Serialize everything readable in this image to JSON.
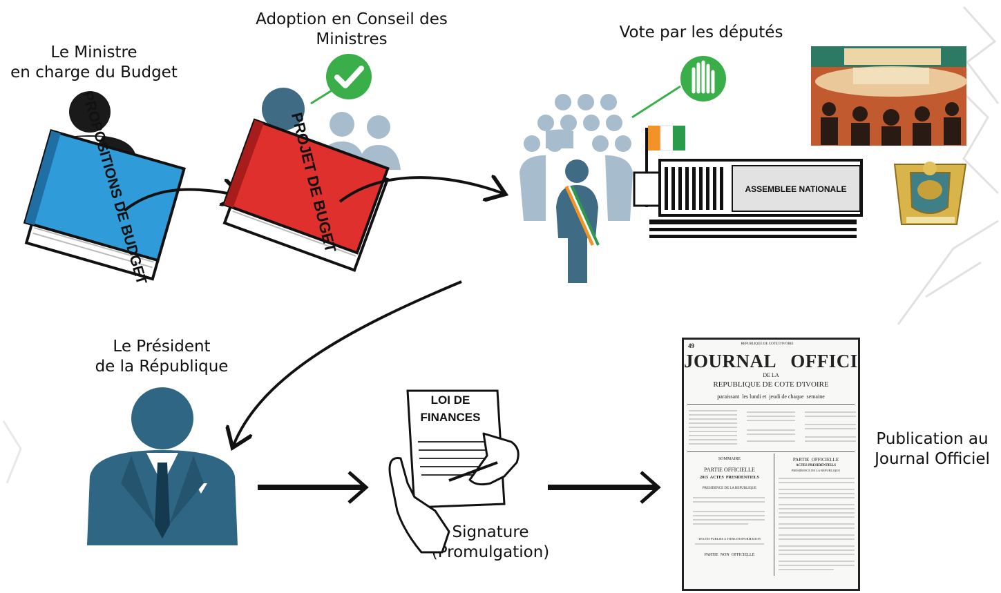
{
  "steps": {
    "minister": {
      "line1": "Le Ministre",
      "line2": "en charge du Budget",
      "book": "PROPOSITIONS DE BUDGET"
    },
    "council": {
      "line1": "Adoption en Conseil des",
      "line2": "Ministres",
      "book": "PROJET DE BUGET"
    },
    "vote": {
      "label": "Vote par les députés",
      "building": "ASSEMBLEE NATIONALE"
    },
    "president": {
      "line1": "Le Président",
      "line2": "de la République"
    },
    "signature": {
      "line1": "Signature",
      "line2": "(Promulgation)",
      "doc_line1": "LOI DE",
      "doc_line2": "FINANCES"
    },
    "publication": {
      "line1": "Publication au",
      "line2": "Journal Officiel"
    }
  },
  "journal": {
    "title": "JOURNAL   OFFICIEL",
    "de_la": "DE LA",
    "republic": "REPUBLIQUE DE COTE D'IVOIRE",
    "frequency": "paraissant  les lundi et  jeudi de chaque  semaine",
    "header_center": "REPUBLIQUE DE COTE D'IVOIRE",
    "issue_no": "49",
    "sommaire": "SOMMAIRE",
    "partie_officielle": "PARTIE OFFICIELLE",
    "actes": "2015  ACTES  PRESIDENTIELS",
    "presidence": "PRESIDENCE DE LA REPUBLIQUE",
    "right_partie": "PARTIE  OFFICIELLE",
    "right_actes": "ACTES PRESIDENTIELS",
    "right_presidence": "PRESIDENCE DE LA REPUBLIQUE",
    "textes": "TEXTES PUBLIES A TITRE D'INFORMATION",
    "non_officielle": "PARTIE  NON  OFFICIELLE"
  },
  "colors": {
    "dark_figure": "#1a1a1a",
    "slate_figure": "#3f6b85",
    "light_figure": "#a7bccd",
    "president_blue": "#2f6684",
    "check_green": "#3aae49",
    "book_blue": "#2f9bd9",
    "book_red": "#e0302d",
    "flag_orange": "#f39325",
    "flag_green": "#2b9a4a"
  }
}
